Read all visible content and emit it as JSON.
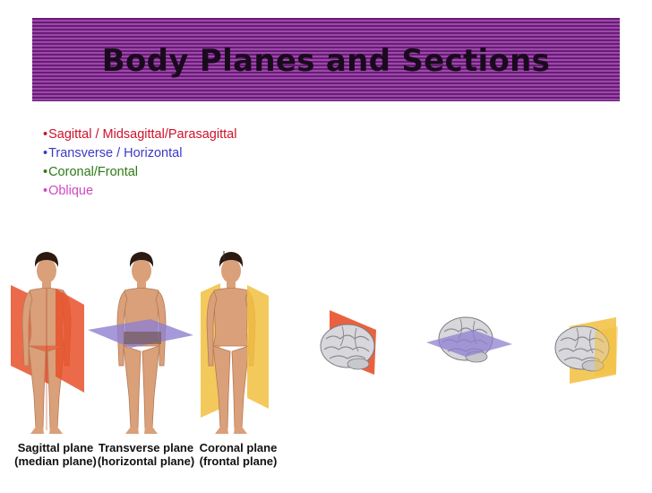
{
  "slide": {
    "title": "Body Planes and Sections",
    "bullets": [
      {
        "symbol": "•",
        "text": "Sagittal / Midsagittal/Parasagittal",
        "color": "#d0102a"
      },
      {
        "symbol": "•",
        "text": "Transverse / Horizontal",
        "color": "#3a3ac8"
      },
      {
        "symbol": "•",
        "text": "Coronal/Frontal",
        "color": "#2e7a16"
      },
      {
        "symbol": "•",
        "text": "Oblique",
        "color": "#d048c0"
      }
    ]
  },
  "figure": {
    "captions": [
      {
        "line1": "Sagittal plane",
        "line2": "(median plane)"
      },
      {
        "line1": "Transverse plane",
        "line2": "(horizontal plane)"
      },
      {
        "line1": "Coronal plane",
        "line2": "(frontal plane)"
      }
    ],
    "colors": {
      "sagittal_plane": "#e8502a",
      "transverse_plane": "#8f7fd0",
      "coronal_plane": "#f2c040",
      "skin": "#d9a07a",
      "hair": "#2a1a12",
      "brain": "#d8d8dc"
    }
  }
}
